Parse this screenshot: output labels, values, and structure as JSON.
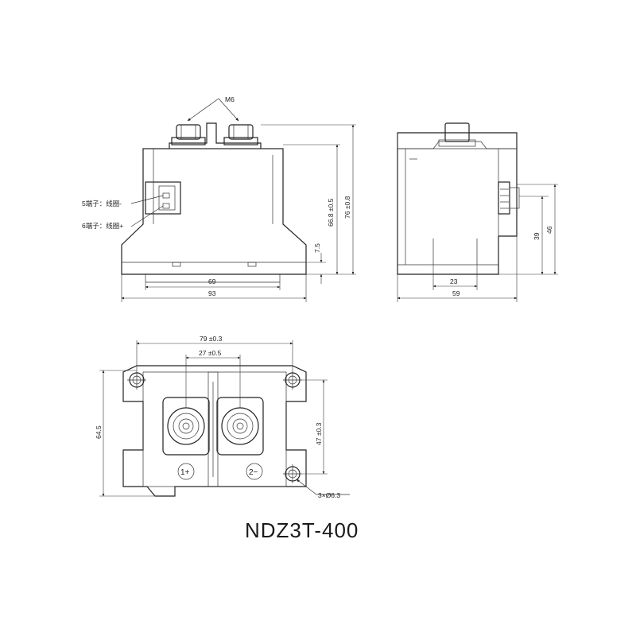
{
  "model_name": "NDZ3T-400",
  "front_view": {
    "thread_label": "M6",
    "pin5_label": "5端子：线圈-",
    "pin6_label": "6端子：线圈+",
    "dim_base_inner": "69",
    "dim_base_outer": "93",
    "dim_flange": "7.5",
    "dim_body_height": "66.8 ±0.5",
    "dim_total_height": "76 ±0.8"
  },
  "side_view": {
    "dim_connector_height": "39",
    "dim_connector_top": "46",
    "dim_slot": "23",
    "dim_width": "59"
  },
  "top_view": {
    "dim_hole_spacing": "79 ±0.3",
    "dim_terminal_spacing": "27 ±0.5",
    "dim_depth": "64.5",
    "dim_hole_vertical": "47 ±0.3",
    "dim_holes": "3×Ø6.3",
    "terminal_pos_label": "1+",
    "terminal_neg_label": "2−"
  }
}
